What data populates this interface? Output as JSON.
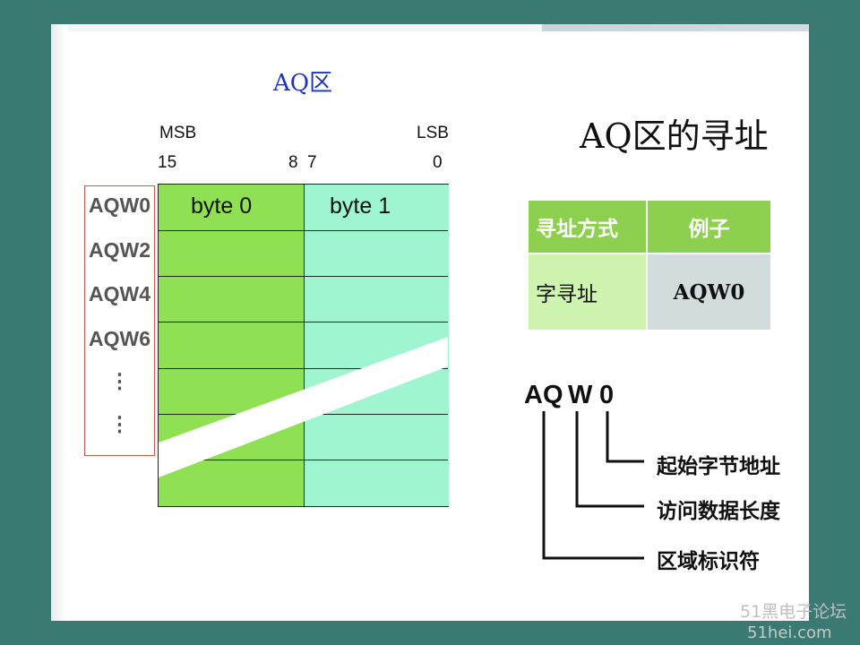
{
  "diagram": {
    "title": "AQ区",
    "msb_label": "MSB",
    "lsb_label": "LSB",
    "bit_labels": {
      "b15": "15",
      "b8": "8",
      "b7": "7",
      "b0": "0"
    },
    "row_labels": [
      "AQW0",
      "AQW2",
      "AQW4",
      "AQW6",
      "⋮",
      "⋮"
    ],
    "cells": {
      "byte0": "byte 0",
      "byte1": "byte 1"
    },
    "colors": {
      "byte0_fill": "#8fe053",
      "byte1_fill": "#9ef5cf",
      "label_box": "#d9534f",
      "title": "#1e35b8"
    }
  },
  "right": {
    "title": "AQ区的寻址",
    "table": {
      "headers": [
        "寻址方式",
        "例子"
      ],
      "rows": [
        [
          "字寻址",
          "AQW0"
        ]
      ]
    },
    "parts": [
      "AQ",
      "W",
      "0"
    ],
    "legend": [
      "起始字节地址",
      "访问数据长度",
      "区域标识符"
    ],
    "colors": {
      "header": "#8dcf4f",
      "cell_left": "#cef4b0",
      "cell_right": "#d3dcdc"
    }
  },
  "watermark": {
    "line1": "51黑电子论坛",
    "line2": "51hei.com"
  }
}
